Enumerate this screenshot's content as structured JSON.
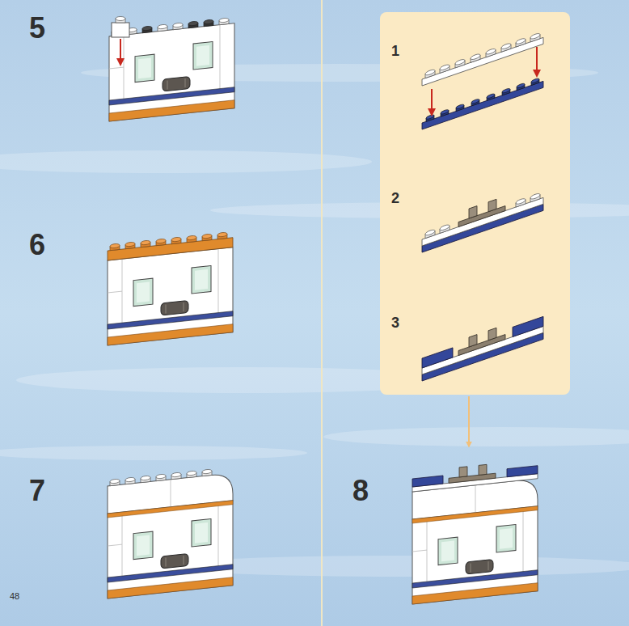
{
  "diagram": {
    "nodes": [
      {
        "text": [
          "1",
          "2",
          "3"
        ]
      }
    ],
    "labels": [
      "5",
      "6",
      "7",
      "8",
      "48"
    ]
  }
}
